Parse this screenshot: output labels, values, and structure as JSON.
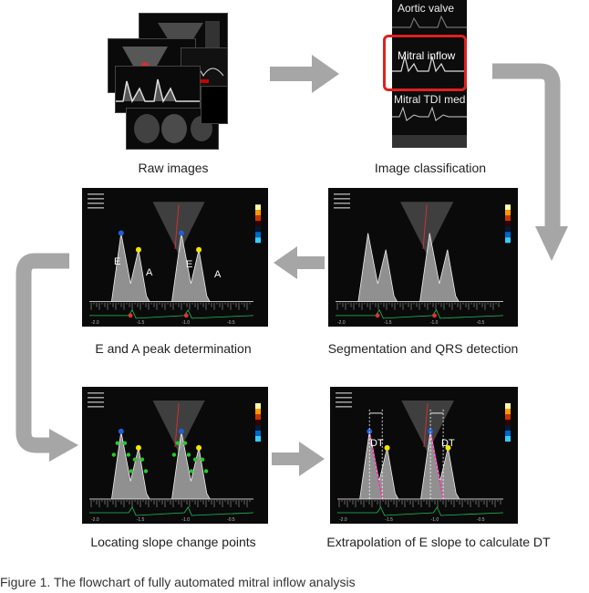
{
  "captions": {
    "raw_images": "Raw images",
    "image_classification": "Image classification",
    "ea_peak": "E and A peak determination",
    "segmentation": "Segmentation and QRS detection",
    "slope_points": "Locating slope change points",
    "extrapolation": "Extrapolation of E slope to calculate DT"
  },
  "classification_labels": {
    "top": "Aortic valve",
    "selected": "Mitral inflow",
    "bottom": "Mitral TDI med"
  },
  "peak_labels": {
    "e": "E",
    "a": "A"
  },
  "dt_label": "DT",
  "axis_ticks": [
    "-2.0",
    "-1.5",
    "-1.0",
    "-0.5"
  ],
  "colors": {
    "arrow": "#a6a6a6",
    "highlight": "#e02020",
    "e_marker": "#1f5fd6",
    "a_marker": "#f2e600",
    "slope_marker": "#22cc22",
    "extrapolation": "#ff2fb0",
    "onset_marker": "#e53030"
  },
  "bottom_partial_text": "Figure 1. The flowchart of fully automated mitral inflow analysis"
}
